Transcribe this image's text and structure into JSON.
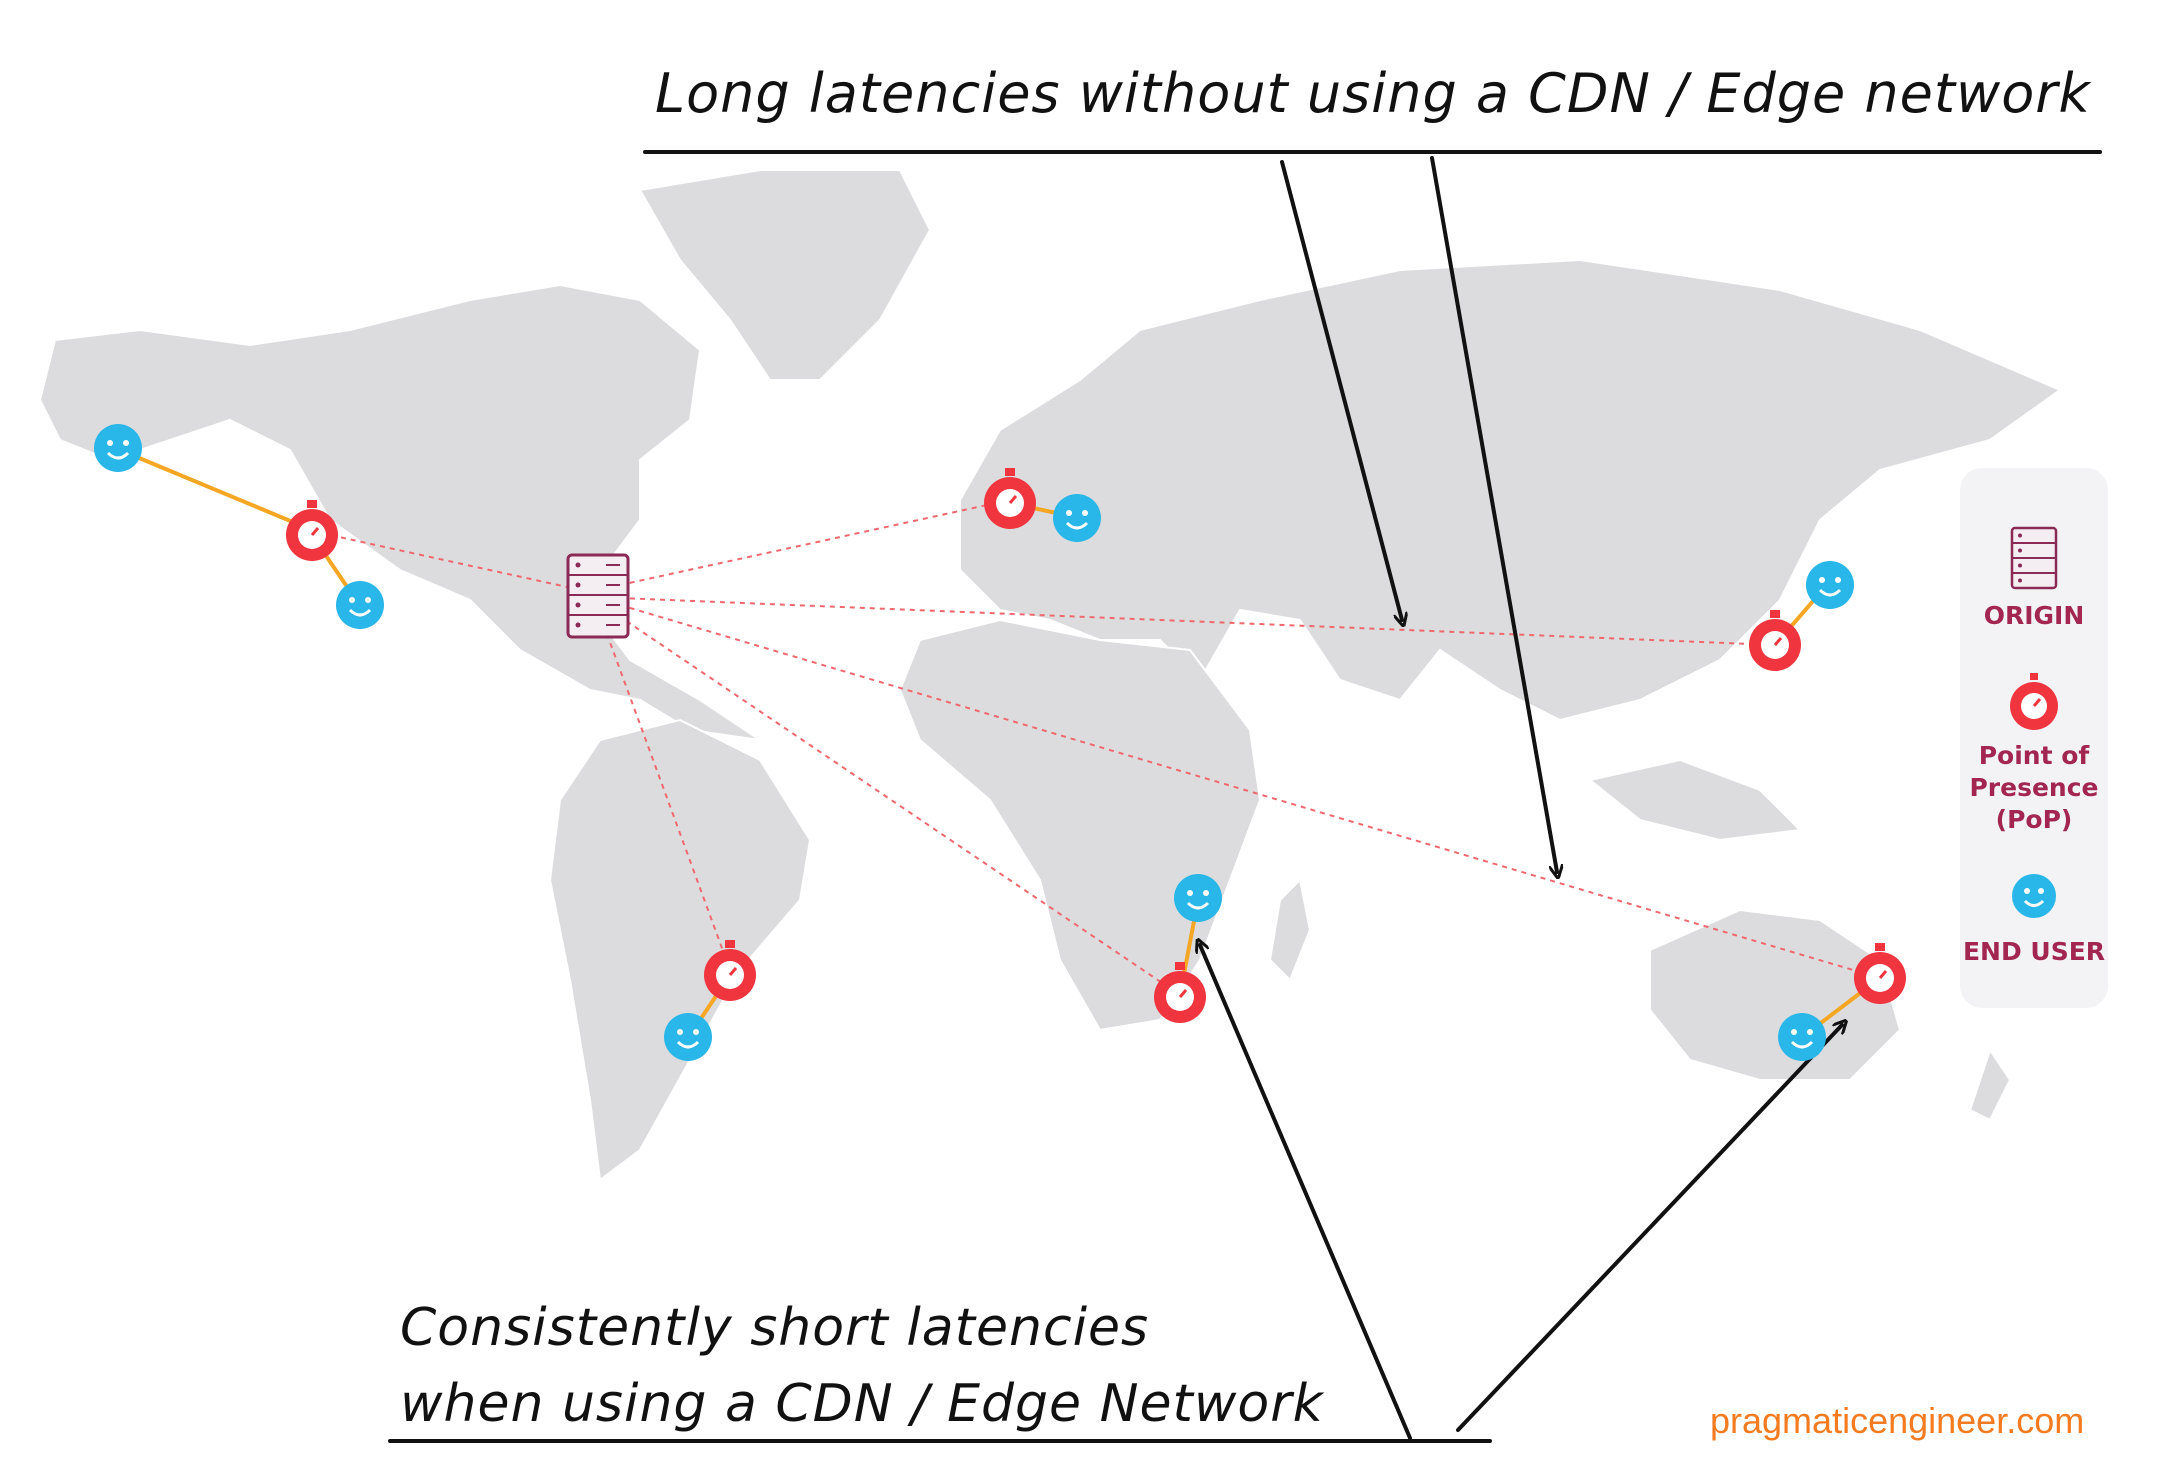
{
  "header": {
    "title": "Long latencies without using a CDN / Edge network"
  },
  "footer": {
    "caption_line1": "Consistently short latencies",
    "caption_line2": "when using a CDN / Edge Network"
  },
  "legend": {
    "origin_label": "ORIGIN",
    "pop_label_line1": "Point of",
    "pop_label_line2": "Presence",
    "pop_label_line3": "(PoP)",
    "end_user_label": "END USER"
  },
  "credit": "pragmaticengineer.com",
  "colors": {
    "pop_red": "#f0353f",
    "end_user_blue": "#29b6e8",
    "link_orange": "#f5a623",
    "dashed_red": "#f0686e",
    "land_gray": "#dcdcde",
    "legend_text": "#a2264f",
    "credit_orange": "#f47b20"
  },
  "icons": {
    "origin": "server-rack-icon",
    "pop": "stopwatch-icon",
    "end_user": "smiley-icon"
  }
}
